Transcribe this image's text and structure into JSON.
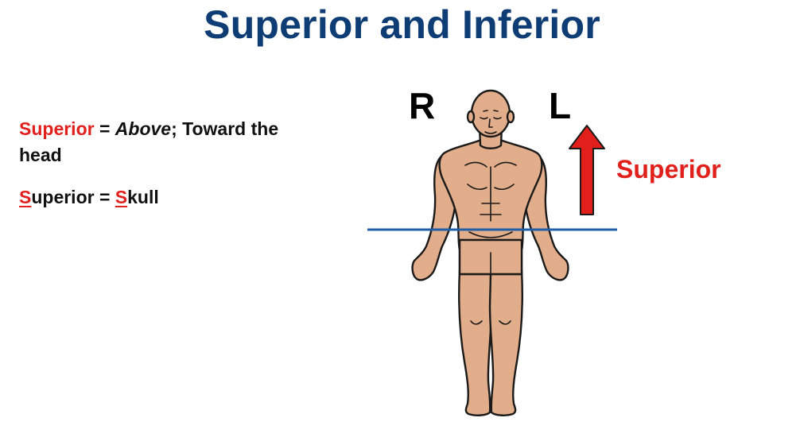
{
  "title": "Superior and Inferior",
  "definition_1": {
    "term": "Superior",
    "equals": " = ",
    "meaning_italic": "Above",
    "rest": "; Toward the head"
  },
  "definition_2": {
    "term_first_letter": "S",
    "term_rest": "uperior",
    "equals": " = ",
    "mnemonic_first_letter": "S",
    "mnemonic_rest": "kull"
  },
  "side_labels": {
    "right": "R",
    "left": "L"
  },
  "arrow_label": "Superior",
  "colors": {
    "title": "#0d3d74",
    "accent_red": "#e11f1b",
    "plane_line": "#1f5fa8",
    "skin": "#e2ad8a",
    "outline": "#1a1a1a"
  },
  "icons": {
    "figure": "human-body-anterior-icon",
    "arrow": "arrow-up-icon"
  }
}
